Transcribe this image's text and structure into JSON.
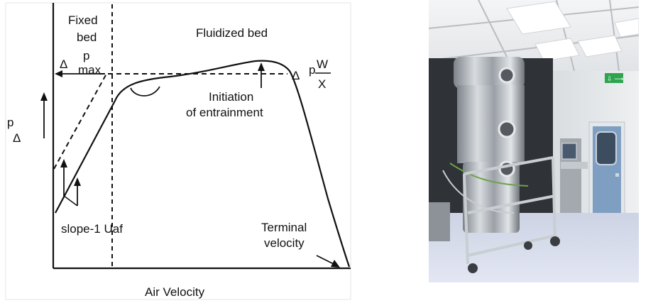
{
  "diagram": {
    "labels": {
      "fixed_bed_line1": "Fixed",
      "fixed_bed_line2": "bed",
      "fluidized_bed": "Fluidized bed",
      "delta_symbol": "Δ",
      "p_letter": "p",
      "max_subscript": "max",
      "w_letter": "W",
      "x_letter": "X",
      "initiation_line1": "Initiation",
      "initiation_line2": "of entrainment",
      "slope_label": "slope-1 Uaf",
      "terminal_line1": "Terminal",
      "terminal_line2": "velocity",
      "x_axis_label": "Air Velocity"
    }
  },
  "photo": {
    "exit_sign_symbol": "⇩ ⟶"
  },
  "colors": {
    "line": "#111111",
    "steel": "#b9bec4",
    "door": "#7f9fc2",
    "ceiling": "#eef0f2",
    "floor": "#d6dcee"
  }
}
